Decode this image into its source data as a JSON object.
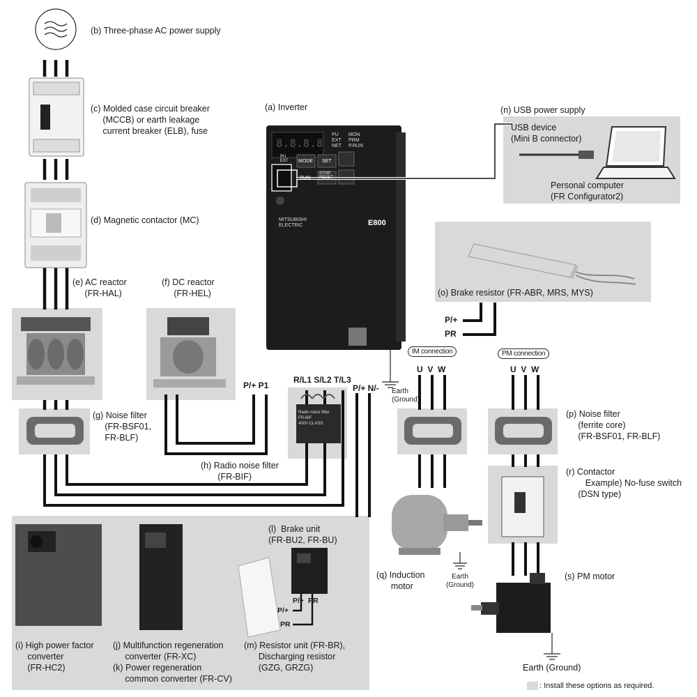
{
  "labels": {
    "power_supply": "(b) Three-phase AC power supply",
    "mccb": "(c) Molded case circuit breaker\n     (MCCB) or earth leakage\n     current breaker (ELB), fuse",
    "inverter": "(a) Inverter",
    "usb_supply": "(n) USB power supply",
    "usb_device": "USB device\n(Mini B connector)",
    "pc": "Personal computer\n(FR Configurator2)",
    "mc": "(d) Magnetic contactor (MC)",
    "brake_resistor": "(o) Brake resistor (FR-ABR, MRS, MYS)",
    "ac_reactor": "(e) AC reactor\n     (FR-HAL)",
    "dc_reactor": "(f) DC reactor\n     (FR-HEL)",
    "noise_filter_g": "(g) Noise filter\n     (FR-BSF01,\n     FR-BLF)",
    "radio_noise_filter": "(h) Radio noise filter\n       (FR-BIF)",
    "noise_filter_p": "(p) Noise filter\n     (ferrite core)\n     (FR-BSF01, FR-BLF)",
    "contactor": "(r) Contactor\n        Example) No-fuse switch\n     (DSN type)",
    "brake_unit": "(l)  Brake unit\n(FR-BU2, FR-BU)",
    "high_pf": "(i) High power factor\n     converter\n     (FR-HC2)",
    "multi_regen": "(j) Multifunction regeneration\n     converter (FR-XC)\n(k) Power regeneration\n     common converter (FR-CV)",
    "resistor_unit": "(m) Resistor unit (FR-BR),\n      Discharging resistor\n      (GZG, GRZG)",
    "induction_motor": "(q) Induction\n      motor",
    "pm_motor": "(s) PM motor",
    "earth_motor": "Earth\n(Ground)",
    "earth_inverter": "Earth\n(Ground)",
    "earth_final": "Earth (Ground)",
    "legend": ": Install these options as required."
  },
  "terminals": {
    "p1": "P/+ P1",
    "rst": "R/L1 S/L2 T/L3",
    "pn": "P/+ N/-",
    "brake_p": "P/+",
    "brake_pr": "PR",
    "unit_p": "P/+",
    "unit_pr": "PR",
    "bu_p": "P/+",
    "bu_pr": "PR",
    "im_uvw": "U  V  W",
    "pm_uvw": "U  V  W"
  },
  "connection_boxes": {
    "im": "IM connection",
    "pm": "PM connection"
  },
  "device_text": {
    "inverter_model": "E800",
    "inverter_brand": "MITSUBISHI\nELECTRIC",
    "display": "8.8.8.8",
    "key_pu": "PU\nEXT",
    "key_mode": "MODE",
    "key_set": "SET",
    "key_run": "RUN",
    "key_stop": "STOP\nRESET",
    "filter_print": "Radio noise filter\nFR-BIF\n400V CLASS",
    "status_left": "PU\nEXT\nNET",
    "status_right": "MON\nPRM\nP.RUN"
  },
  "colors": {
    "option_gray": "#d9d9d9",
    "wire": "#111111",
    "inverter_body": "#1c1c1c"
  }
}
